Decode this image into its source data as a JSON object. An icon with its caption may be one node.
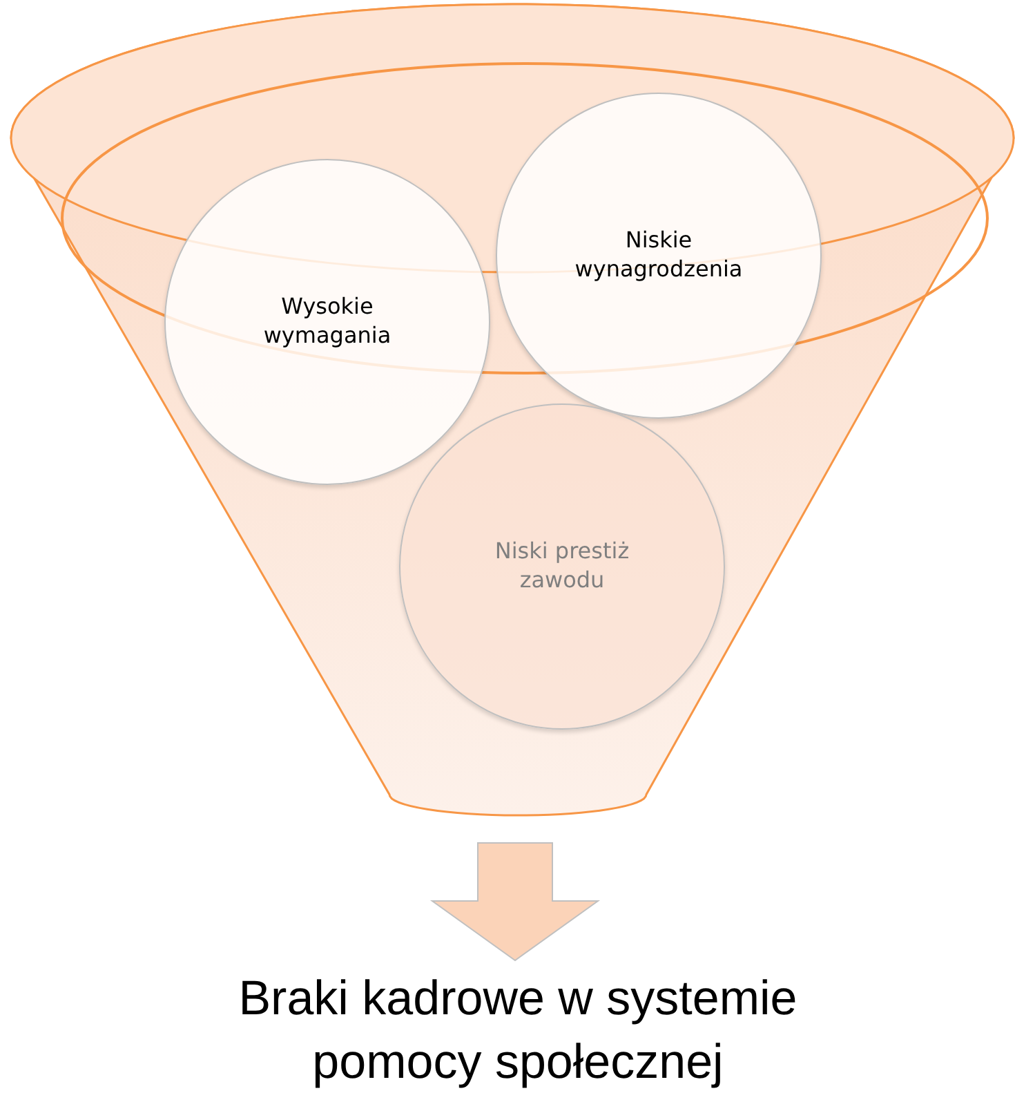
{
  "diagram": {
    "nodes": [
      {
        "text": [],
        "shape": "funnel"
      },
      {
        "text": [
          "Wysokie wymagania"
        ],
        "in": 0
      },
      {
        "text": [
          "Niskie wynagrodzenia"
        ],
        "in": 0
      },
      {
        "text": [
          "Niski prestiż zawodu"
        ],
        "in": 0
      },
      {
        "text": [
          "Braki kadrowe w systemie pomocy społecznej"
        ]
      }
    ],
    "edges": [
      {
        "from": 0,
        "to": 4,
        "arrow": "to"
      }
    ]
  }
}
